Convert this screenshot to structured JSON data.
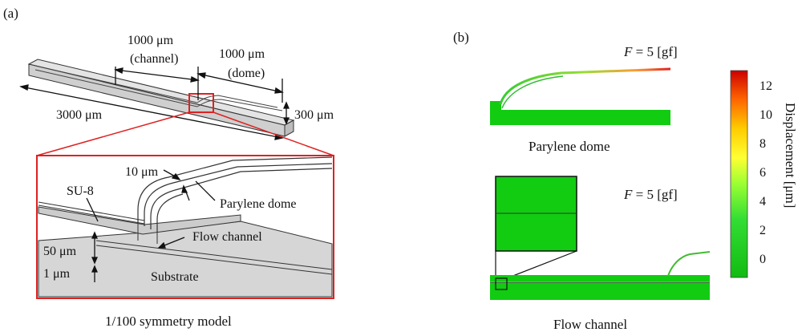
{
  "panel_a": {
    "label": "(a)",
    "dim_channel_value": "1000 μm",
    "dim_channel_name": "(channel)",
    "dim_dome_value": "1000 μm",
    "dim_dome_name": "(dome)",
    "dim_length": "3000 μm",
    "dim_height": "300 μm",
    "inset": {
      "su8": "SU-8",
      "thickness_dome": "10 μm",
      "parylene_dome": "Parylene dome",
      "flow_channel": "Flow channel",
      "gap_50": "50 μm",
      "gap_1": "1 μm",
      "substrate": "Substrate"
    },
    "caption": "1/100 symmetry model"
  },
  "panel_b": {
    "label": "(b)",
    "force_symbol": "F",
    "force_value": " = 5 [gf]",
    "caption_top": "Parylene dome",
    "caption_bottom": "Flow channel",
    "colorbar": {
      "title": "Displacement [μm]",
      "ticks": [
        "12",
        "10",
        "8",
        "6",
        "4",
        "2",
        "0"
      ],
      "colors": [
        "#cc0000",
        "#ff6600",
        "#ffcc00",
        "#ffff33",
        "#99ff33",
        "#33dd33",
        "#11bb11"
      ]
    },
    "fill_color": "#11cc11"
  }
}
